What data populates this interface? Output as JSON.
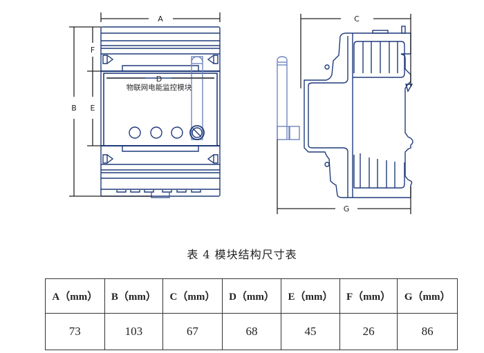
{
  "diagram": {
    "front_view": {
      "module_label": "物联网电能监控模块",
      "dimension_labels": {
        "width": "A",
        "height_total": "B",
        "window_height": "E",
        "top_section": "F",
        "window_width": "D"
      },
      "button_count": 3,
      "has_antenna_connector": true
    },
    "side_view": {
      "dimension_labels": {
        "top_depth": "C",
        "bottom_depth": "G"
      },
      "has_antenna": true
    },
    "colors": {
      "outline": "#1f3a7a",
      "light_outline": "#6f86bf",
      "dimension_line": "#222222"
    }
  },
  "table": {
    "caption": "表 4  模块结构尺寸表",
    "headers": [
      "A（mm）",
      "B（mm）",
      "C（mm）",
      "D（mm）",
      "E（mm）",
      "F（mm）",
      "G（mm）"
    ],
    "rows": [
      [
        "73",
        "103",
        "67",
        "68",
        "45",
        "26",
        "86"
      ]
    ]
  }
}
